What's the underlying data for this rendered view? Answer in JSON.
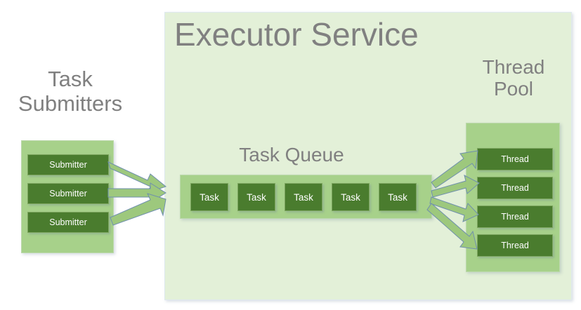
{
  "diagram": {
    "title": "Executor Service",
    "background_color": "#ffffff",
    "palette": {
      "outer_panel": "#e3f0d8",
      "group_box": "#a7d18a",
      "item_box": "#4a7c2e",
      "arrow": "#9dc87d",
      "arrow_outline": "#6f8fae",
      "heading_text": "#808080",
      "item_text": "#ffffff"
    }
  },
  "submitters": {
    "title": "Task\nSubmitters",
    "items": [
      {
        "label": "Submitter"
      },
      {
        "label": "Submitter"
      },
      {
        "label": "Submitter"
      }
    ]
  },
  "executor": {
    "title": "Executor Service"
  },
  "queue": {
    "title": "Task Queue",
    "items": [
      {
        "label": "Task"
      },
      {
        "label": "Task"
      },
      {
        "label": "Task"
      },
      {
        "label": "Task"
      },
      {
        "label": "Task"
      }
    ]
  },
  "thread_pool": {
    "title": "Thread\nPool",
    "items": [
      {
        "label": "Thread"
      },
      {
        "label": "Thread"
      },
      {
        "label": "Thread"
      },
      {
        "label": "Thread"
      }
    ]
  },
  "connections": {
    "submitters_to_queue_count": 3,
    "queue_to_threads_count": 4
  }
}
